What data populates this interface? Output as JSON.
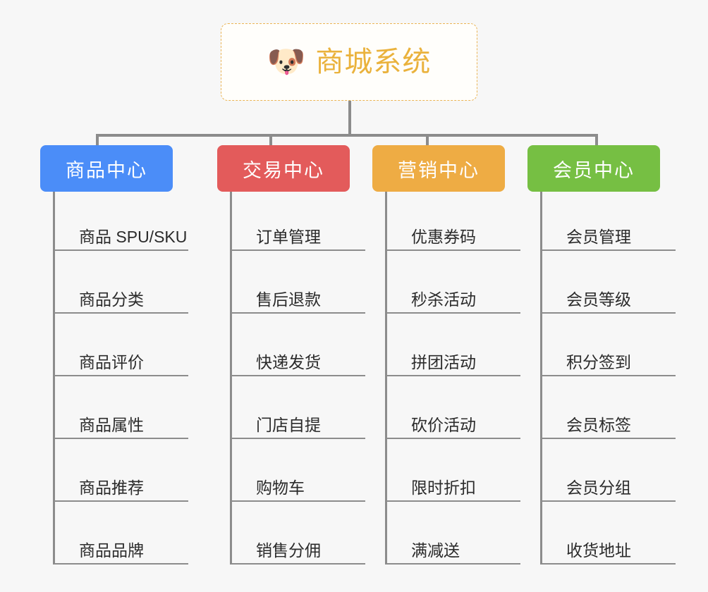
{
  "diagram": {
    "type": "mind-map",
    "background_color": "#f7f7f7",
    "root": {
      "title": "商城系统",
      "icon": "shiba-dog-face-emoji",
      "emoji": "🐶",
      "text_color": "#eab23c",
      "border_color": "#eab455",
      "border_style": "dashed"
    },
    "connector_color": "#8c8c8c",
    "branches": [
      {
        "label": "商品中心",
        "color": "#4b8df8",
        "items": [
          "商品 SPU/SKU",
          "商品分类",
          "商品评价",
          "商品属性",
          "商品推荐",
          "商品品牌"
        ]
      },
      {
        "label": "交易中心",
        "color": "#e35b5b",
        "items": [
          "订单管理",
          "售后退款",
          "快递发货",
          "门店自提",
          "购物车",
          "销售分佣"
        ]
      },
      {
        "label": "营销中心",
        "color": "#eeac44",
        "items": [
          "优惠券码",
          "秒杀活动",
          "拼团活动",
          "砍价活动",
          "限时折扣",
          "满减送"
        ]
      },
      {
        "label": "会员中心",
        "color": "#76bf43",
        "items": [
          "会员管理",
          "会员等级",
          "积分签到",
          "会员标签",
          "会员分组",
          "收货地址"
        ]
      }
    ]
  }
}
